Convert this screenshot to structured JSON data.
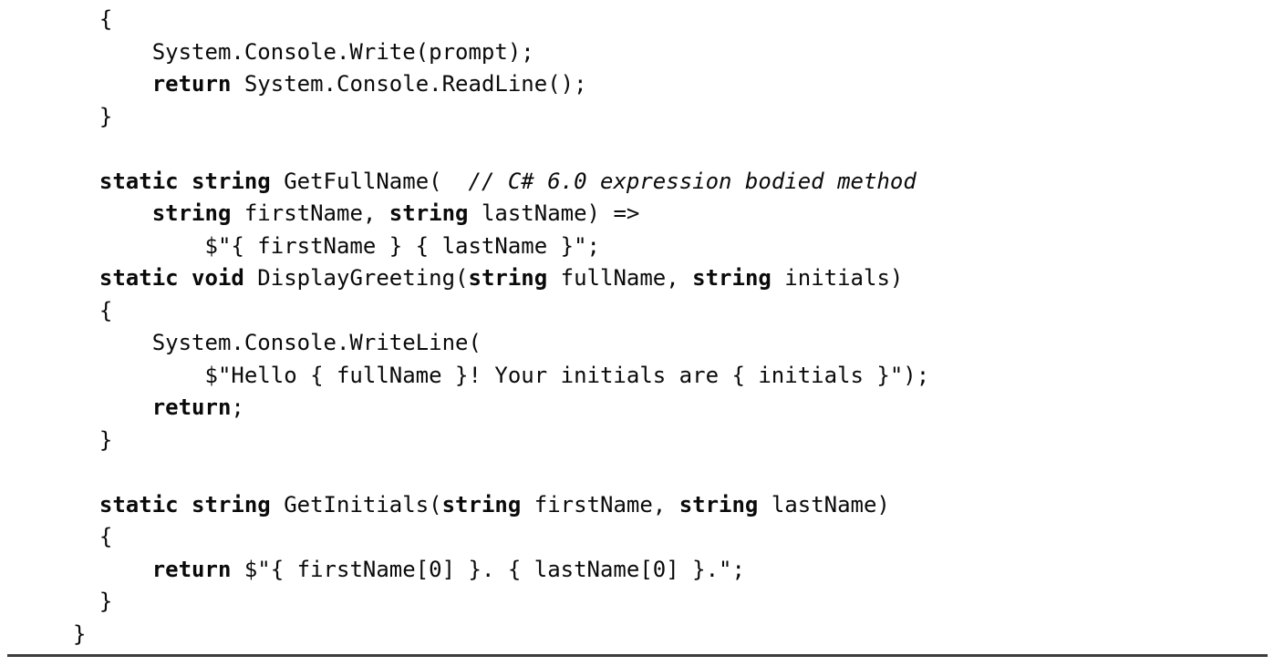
{
  "page": {
    "background": "#ffffff",
    "text_color": "#0a0a0a",
    "rule_color": "#3c3c3c"
  },
  "code": {
    "language": "C#",
    "lines": [
      {
        "segments": [
          {
            "t": "  {",
            "s": "p"
          }
        ]
      },
      {
        "segments": [
          {
            "t": "      System.Console.Write(prompt);",
            "s": "p"
          }
        ]
      },
      {
        "segments": [
          {
            "t": "      ",
            "s": "p"
          },
          {
            "t": "return",
            "s": "b"
          },
          {
            "t": " System.Console.ReadLine();",
            "s": "p"
          }
        ]
      },
      {
        "segments": [
          {
            "t": "  }",
            "s": "p"
          }
        ]
      },
      {
        "segments": []
      },
      {
        "segments": [
          {
            "t": "  ",
            "s": "p"
          },
          {
            "t": "static string",
            "s": "b"
          },
          {
            "t": " GetFullName(  ",
            "s": "p"
          },
          {
            "t": "// C# 6.0 expression bodied method",
            "s": "i"
          }
        ]
      },
      {
        "segments": [
          {
            "t": "      ",
            "s": "p"
          },
          {
            "t": "string",
            "s": "b"
          },
          {
            "t": " firstName, ",
            "s": "p"
          },
          {
            "t": "string",
            "s": "b"
          },
          {
            "t": " lastName) =>",
            "s": "p"
          }
        ]
      },
      {
        "segments": [
          {
            "t": "          $\"{ firstName } { lastName }\";",
            "s": "p"
          }
        ]
      },
      {
        "segments": [
          {
            "t": "  ",
            "s": "p"
          },
          {
            "t": "static void",
            "s": "b"
          },
          {
            "t": " DisplayGreeting(",
            "s": "p"
          },
          {
            "t": "string",
            "s": "b"
          },
          {
            "t": " fullName, ",
            "s": "p"
          },
          {
            "t": "string",
            "s": "b"
          },
          {
            "t": " initials)",
            "s": "p"
          }
        ]
      },
      {
        "segments": [
          {
            "t": "  {",
            "s": "p"
          }
        ]
      },
      {
        "segments": [
          {
            "t": "      System.Console.WriteLine(",
            "s": "p"
          }
        ]
      },
      {
        "segments": [
          {
            "t": "          $\"Hello { fullName }! Your initials are { initials }\");",
            "s": "p"
          }
        ]
      },
      {
        "segments": [
          {
            "t": "      ",
            "s": "p"
          },
          {
            "t": "return",
            "s": "b"
          },
          {
            "t": ";",
            "s": "p"
          }
        ]
      },
      {
        "segments": [
          {
            "t": "  }",
            "s": "p"
          }
        ]
      },
      {
        "segments": []
      },
      {
        "segments": [
          {
            "t": "  ",
            "s": "p"
          },
          {
            "t": "static string",
            "s": "b"
          },
          {
            "t": " GetInitials(",
            "s": "p"
          },
          {
            "t": "string",
            "s": "b"
          },
          {
            "t": " firstName, ",
            "s": "p"
          },
          {
            "t": "string",
            "s": "b"
          },
          {
            "t": " lastName)",
            "s": "p"
          }
        ]
      },
      {
        "segments": [
          {
            "t": "  {",
            "s": "p"
          }
        ]
      },
      {
        "segments": [
          {
            "t": "      ",
            "s": "p"
          },
          {
            "t": "return",
            "s": "b"
          },
          {
            "t": " $\"{ firstName[0] }. { lastName[0] }.\";",
            "s": "p"
          }
        ]
      },
      {
        "segments": [
          {
            "t": "  }",
            "s": "p"
          }
        ]
      },
      {
        "segments": [
          {
            "t": "}",
            "s": "p"
          }
        ]
      }
    ]
  }
}
